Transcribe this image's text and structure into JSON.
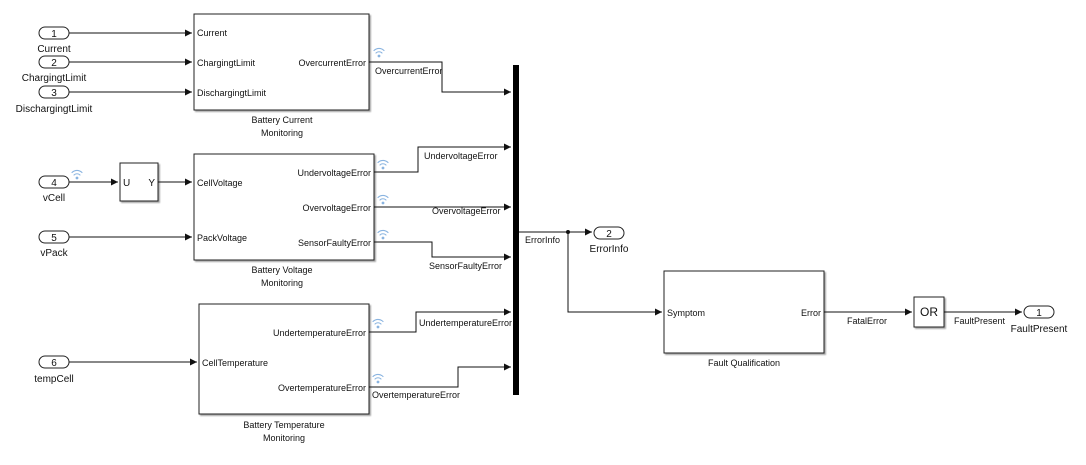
{
  "inports": [
    {
      "num": "1",
      "label": "Current"
    },
    {
      "num": "2",
      "label": "ChargingtLimit"
    },
    {
      "num": "3",
      "label": "DischargingtLimit"
    },
    {
      "num": "4",
      "label": "vCell"
    },
    {
      "num": "5",
      "label": "vPack"
    },
    {
      "num": "6",
      "label": "tempCell"
    }
  ],
  "outports": [
    {
      "num": "2",
      "label": "ErrorInfo"
    },
    {
      "num": "1",
      "label": "FaultPresent"
    }
  ],
  "blocks": {
    "current": {
      "title_line1": "Battery Current",
      "title_line2": "Monitoring",
      "inputs": [
        "Current",
        "ChargingtLimit",
        "DischargingtLimit"
      ],
      "output": "OvercurrentError"
    },
    "voltage": {
      "title_line1": "Battery Voltage",
      "title_line2": "Monitoring",
      "inputs": [
        "CellVoltage",
        "PackVoltage"
      ],
      "outputs": [
        "UndervoltageError",
        "OvervoltageError",
        "SensorFaultyError"
      ]
    },
    "temperature": {
      "title_line1": "Battery Temperature",
      "title_line2": "Monitoring",
      "input": "CellTemperature",
      "outputs": [
        "UndertemperatureError",
        "OvertemperatureError"
      ]
    },
    "uy": {
      "in": "U",
      "out": "Y"
    },
    "fault": {
      "title": "Fault Qualification",
      "input": "Symptom",
      "output": "Error"
    },
    "or": {
      "label": "OR"
    }
  },
  "signals": {
    "overcurrent": "OvercurrentError",
    "undervoltage": "UndervoltageError",
    "overvoltage": "OvervoltageError",
    "sensorfaulty": "SensorFaultyError",
    "undertemp": "UndertemperatureError",
    "overtemp": "OvertemperatureError",
    "errorinfo": "ErrorInfo",
    "fatal": "FatalError",
    "faultpresent": "FaultPresent"
  },
  "colors": {
    "wire": "#111111",
    "logging_icon": "#8ab4e0",
    "bus": "#000000"
  },
  "icons": [
    "signal-logging-icon"
  ]
}
